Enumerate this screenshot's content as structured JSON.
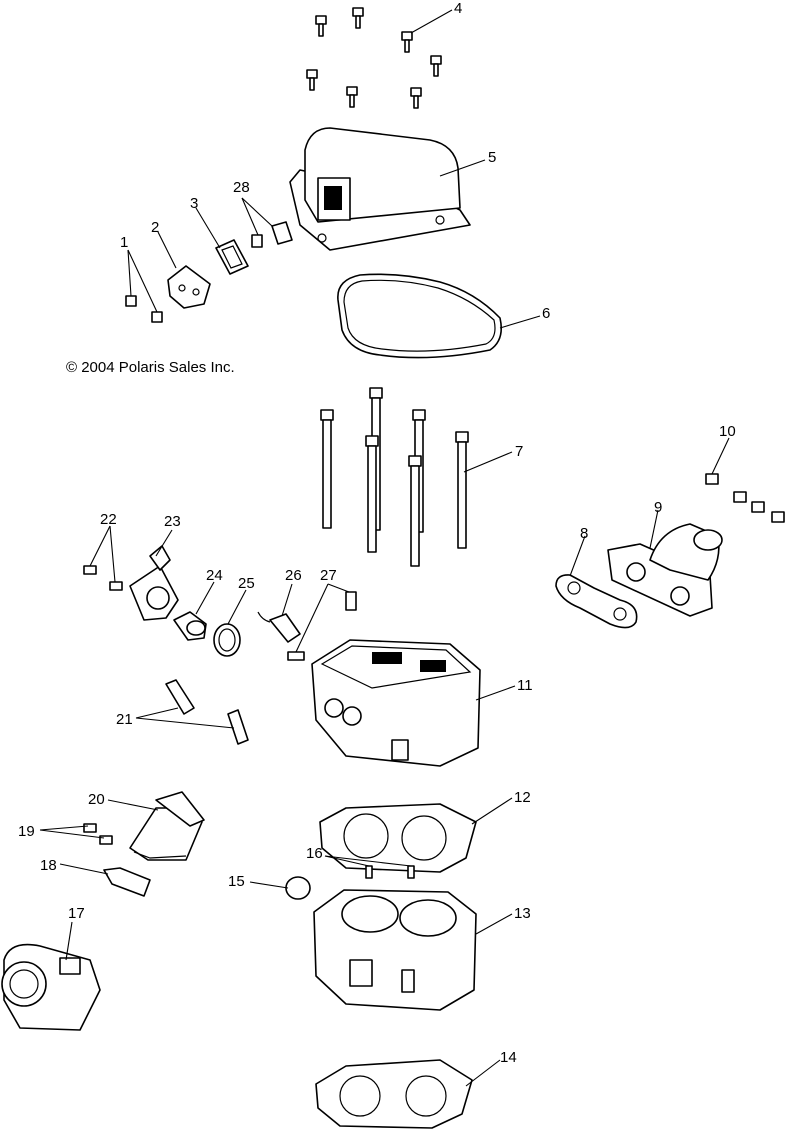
{
  "copyright": "© 2004 Polaris Sales Inc.",
  "callouts": [
    {
      "id": "1",
      "label": "1"
    },
    {
      "id": "2",
      "label": "2"
    },
    {
      "id": "3",
      "label": "3"
    },
    {
      "id": "4",
      "label": "4"
    },
    {
      "id": "5",
      "label": "5"
    },
    {
      "id": "6",
      "label": "6"
    },
    {
      "id": "7",
      "label": "7"
    },
    {
      "id": "8",
      "label": "8"
    },
    {
      "id": "9",
      "label": "9"
    },
    {
      "id": "10",
      "label": "10"
    },
    {
      "id": "11",
      "label": "11"
    },
    {
      "id": "12",
      "label": "12"
    },
    {
      "id": "13",
      "label": "13"
    },
    {
      "id": "14",
      "label": "14"
    },
    {
      "id": "15",
      "label": "15"
    },
    {
      "id": "16",
      "label": "16"
    },
    {
      "id": "17",
      "label": "17"
    },
    {
      "id": "18",
      "label": "18"
    },
    {
      "id": "19",
      "label": "19"
    },
    {
      "id": "20",
      "label": "20"
    },
    {
      "id": "21",
      "label": "21"
    },
    {
      "id": "22",
      "label": "22"
    },
    {
      "id": "23",
      "label": "23"
    },
    {
      "id": "24",
      "label": "24"
    },
    {
      "id": "25",
      "label": "25"
    },
    {
      "id": "26",
      "label": "26"
    },
    {
      "id": "27",
      "label": "27"
    },
    {
      "id": "28",
      "label": "28"
    }
  ]
}
